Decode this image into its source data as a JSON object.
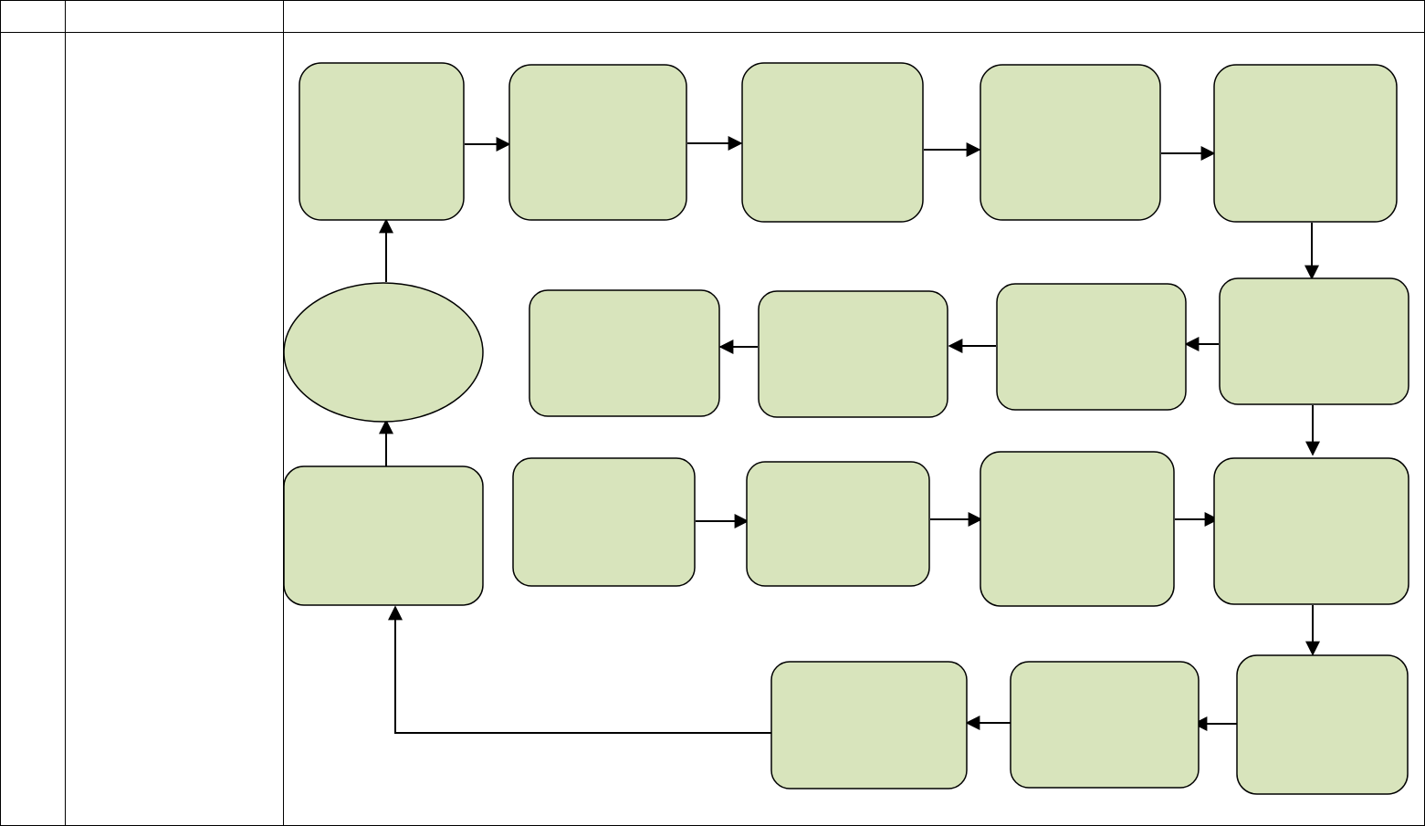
{
  "table": {
    "columns": [
      {
        "header": ""
      },
      {
        "header": ""
      },
      {
        "header": ""
      }
    ],
    "row": {
      "index_cell": "",
      "label_cell": ""
    }
  },
  "diagram": {
    "style": {
      "node_fill": "#d8e4bc",
      "node_stroke": "#000000",
      "edge_stroke": "#000000",
      "grid_line": "#000000"
    },
    "nodes": [
      {
        "id": "n1",
        "label": "",
        "shape": "rounded-rect"
      },
      {
        "id": "n2",
        "label": "",
        "shape": "rounded-rect"
      },
      {
        "id": "n3",
        "label": "",
        "shape": "rounded-rect"
      },
      {
        "id": "n4",
        "label": "",
        "shape": "rounded-rect"
      },
      {
        "id": "n5",
        "label": "",
        "shape": "rounded-rect"
      },
      {
        "id": "n6",
        "label": "",
        "shape": "rounded-rect"
      },
      {
        "id": "n7",
        "label": "",
        "shape": "rounded-rect"
      },
      {
        "id": "n8",
        "label": "",
        "shape": "rounded-rect"
      },
      {
        "id": "n9",
        "label": "",
        "shape": "rounded-rect"
      },
      {
        "id": "n10",
        "label": "",
        "shape": "ellipse"
      },
      {
        "id": "n11",
        "label": "",
        "shape": "rounded-rect"
      },
      {
        "id": "n12",
        "label": "",
        "shape": "rounded-rect"
      },
      {
        "id": "n13",
        "label": "",
        "shape": "rounded-rect"
      },
      {
        "id": "n14",
        "label": "",
        "shape": "rounded-rect"
      },
      {
        "id": "n15",
        "label": "",
        "shape": "rounded-rect"
      },
      {
        "id": "n16",
        "label": "",
        "shape": "rounded-rect"
      },
      {
        "id": "n17",
        "label": "",
        "shape": "rounded-rect"
      },
      {
        "id": "n18",
        "label": "",
        "shape": "rounded-rect"
      }
    ],
    "edges": [
      {
        "from": "n1",
        "to": "n2"
      },
      {
        "from": "n2",
        "to": "n3"
      },
      {
        "from": "n3",
        "to": "n4"
      },
      {
        "from": "n4",
        "to": "n5"
      },
      {
        "from": "n5",
        "to": "n6"
      },
      {
        "from": "n6",
        "to": "n7"
      },
      {
        "from": "n7",
        "to": "n8"
      },
      {
        "from": "n8",
        "to": "n9"
      },
      {
        "from": "n6",
        "to": "n15"
      },
      {
        "from": "n10",
        "to": "n1"
      },
      {
        "from": "n11",
        "to": "n10"
      },
      {
        "from": "n12",
        "to": "n13"
      },
      {
        "from": "n13",
        "to": "n14"
      },
      {
        "from": "n14",
        "to": "n15"
      },
      {
        "from": "n15",
        "to": "n16"
      },
      {
        "from": "n16",
        "to": "n17"
      },
      {
        "from": "n17",
        "to": "n18"
      },
      {
        "from": "n18",
        "to": "n11"
      }
    ]
  }
}
